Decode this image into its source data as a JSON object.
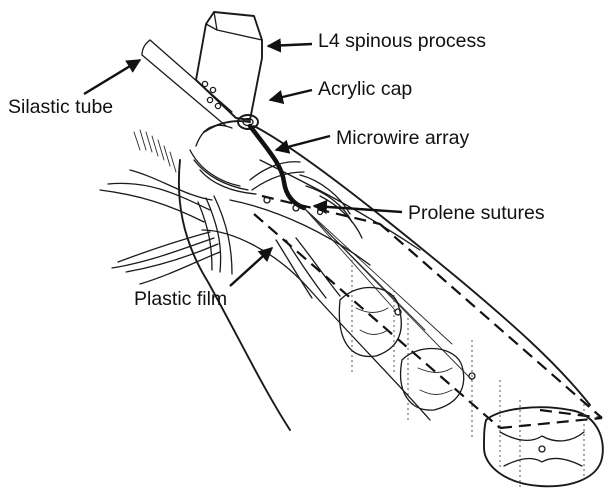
{
  "labels": {
    "l4": "L4 spinous process",
    "cap": "Acrylic cap",
    "silastic": "Silastic tube",
    "array": "Microwire array",
    "sutures": "Prolene sutures",
    "film": "Plastic film"
  },
  "colors": {
    "ink": "#1a1a1a",
    "background": "#ffffff"
  }
}
